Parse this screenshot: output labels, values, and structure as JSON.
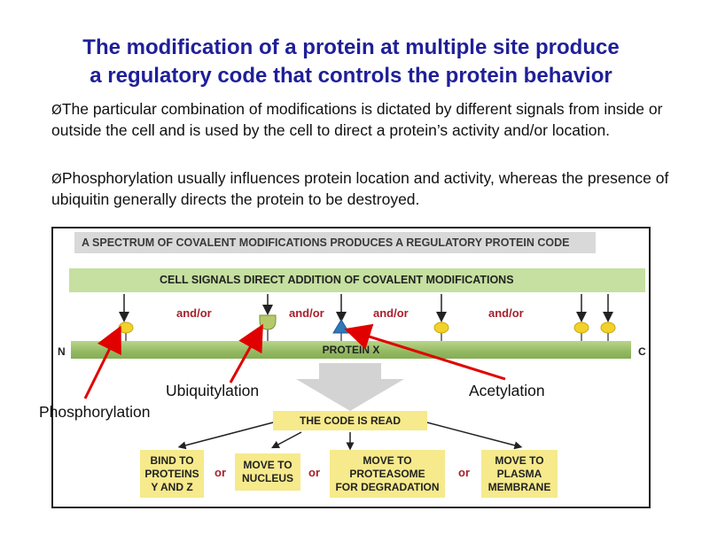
{
  "slide": {
    "title_line1": "The modification of a protein at multiple site produce",
    "title_line2": "a regulatory code that controls the protein behavior",
    "bullet_marker": "Ø",
    "bullets": [
      "The particular combination of modifications is dictated by different signals from inside or outside the cell and is used by the cell to direct a protein’s activity and/or location.",
      "Phosphorylation usually influences protein location and activity, whereas the presence of ubiquitin generally directs the protein to be  destroyed."
    ]
  },
  "figure": {
    "header": "A SPECTRUM OF COVALENT MODIFICATIONS PRODUCES A REGULATORY PROTEIN CODE",
    "signals_bar": "CELL SIGNALS DIRECT ADDITION OF COVALENT MODIFICATIONS",
    "andor": [
      "and/or",
      "and/or",
      "and/or",
      "and/or"
    ],
    "protein_label": "PROTEIN X",
    "n_terminus": "N",
    "c_terminus": "C",
    "code_label": "THE CODE IS READ",
    "outcomes": [
      "BIND TO\nPROTEINS\nY AND Z",
      "MOVE TO\nNUCLEUS",
      "MOVE TO\nPROTEASOME\nFOR DEGRADATION",
      "MOVE TO\nPLASMA\nMEMBRANE"
    ],
    "or_labels": [
      "or",
      "or",
      "or"
    ]
  },
  "callouts": {
    "phosphorylation": "Phosphorylation",
    "ubiquitylation": "Ubiquitylation",
    "acetylation": "Acetylation"
  },
  "colors": {
    "title": "#1f1f99",
    "signals_bar": "#c5e0a0",
    "protein_bar": "#93b962",
    "yellow_box": "#f6ea8c",
    "andor_text": "#a8202c",
    "phosphate": "#f2d12a",
    "ubiquitin": "#b4c96a",
    "acetyl": "#2f79b9",
    "callout_arrow": "#e00000"
  }
}
